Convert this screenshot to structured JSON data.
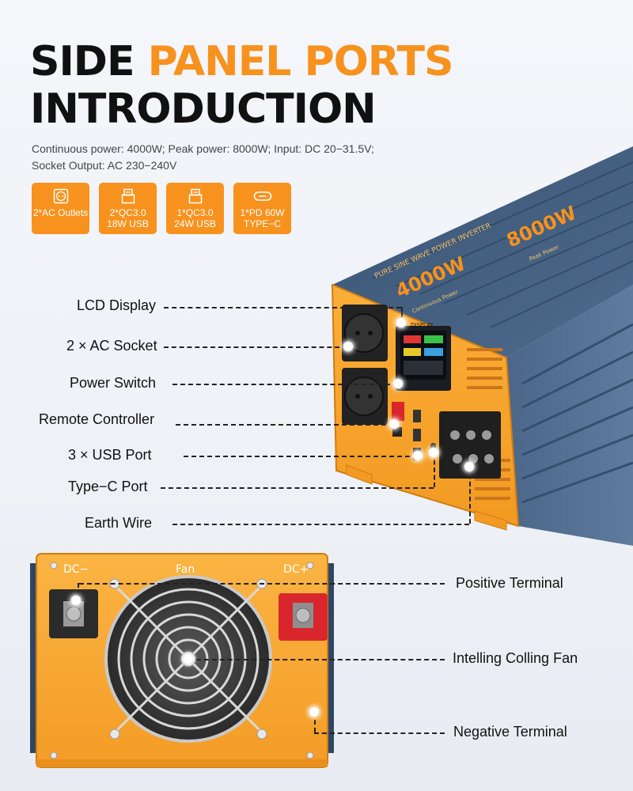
{
  "title": {
    "word1": "SIDE",
    "word2": "PANEL PORTS",
    "line2": "INTRODUCTION"
  },
  "description": "Continuous power: 4000W; Peak power: 8000W; Input: DC 20−31.5V; Socket Output: AC 230−240V",
  "features": [
    {
      "icon": "ac-outlet-icon",
      "label": "2*AC Outlets"
    },
    {
      "icon": "usb-icon",
      "label": "2*QC3.0 18W USB"
    },
    {
      "icon": "usb-icon",
      "label": "1*QC3.0 24W USB"
    },
    {
      "icon": "usb-c-icon",
      "label": "1*PD 60W TYPE−C"
    }
  ],
  "callouts_side": {
    "lcd": "LCD Display",
    "ac": "2 × AC Socket",
    "switch": "Power Switch",
    "remote": "Remote Controller",
    "usb": "3 ×  USB Port",
    "typec": "Type−C Port",
    "earth": "Earth Wire"
  },
  "callouts_rear": {
    "positive": "Positive Terminal",
    "fan": "Intelling Colling Fan",
    "negative": "Negative Terminal"
  },
  "product": {
    "continuous": "4000W",
    "continuous_sub": "Continuous Power",
    "peak": "8000W",
    "peak_sub": "Peak Power",
    "model_line": "PURE SINE WAVE POWER INVERTER",
    "display_label": "DISPLAY",
    "rear_dc_minus": "DC−",
    "rear_fan": "Fan",
    "rear_dc_plus": "DC+"
  },
  "colors": {
    "accent": "#f7921e",
    "body_blue": "#3d5a80",
    "terminal_red": "#d9262c"
  }
}
